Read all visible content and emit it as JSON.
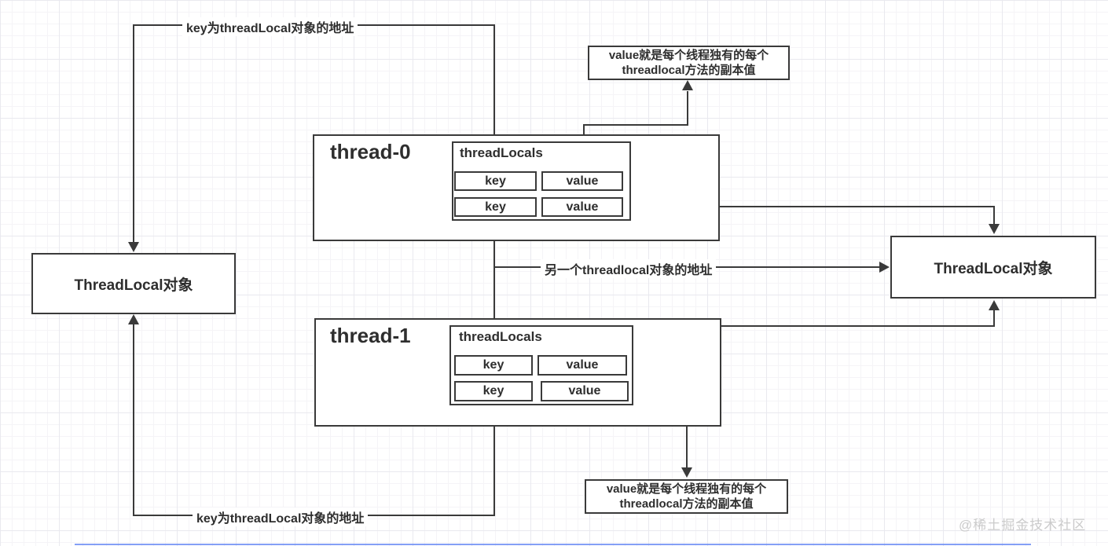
{
  "diagram": {
    "left_box": {
      "label": "ThreadLocal对象"
    },
    "right_box": {
      "label": "ThreadLocal对象"
    },
    "thread0": {
      "title": "thread-0",
      "table_title": "threadLocals",
      "rows": [
        {
          "key": "key",
          "value": "value"
        },
        {
          "key": "key",
          "value": "value"
        }
      ]
    },
    "thread1": {
      "title": "thread-1",
      "table_title": "threadLocals",
      "rows": [
        {
          "key": "key",
          "value": "value"
        },
        {
          "key": "key",
          "value": "value"
        }
      ]
    },
    "annotations": {
      "top": {
        "line1": "value就是每个线程独有的每个",
        "line2": "threadlocal方法的副本值"
      },
      "bottom": {
        "line1": "value就是每个线程独有的每个",
        "line2": "threadlocal方法的副本值"
      }
    },
    "edge_labels": {
      "top_key": "key为threadLocal对象的地址",
      "another_threadlocal": "另一个threadlocal对象的地址",
      "bottom_key": "key为threadLocal对象的地址"
    },
    "watermark": "@稀土掘金技术社区",
    "colors": {
      "line": "#3a3a3a",
      "text": "#2e2e2e",
      "watermark": "#cbcbcb",
      "bottom_bar": "#6f8ef5"
    }
  }
}
